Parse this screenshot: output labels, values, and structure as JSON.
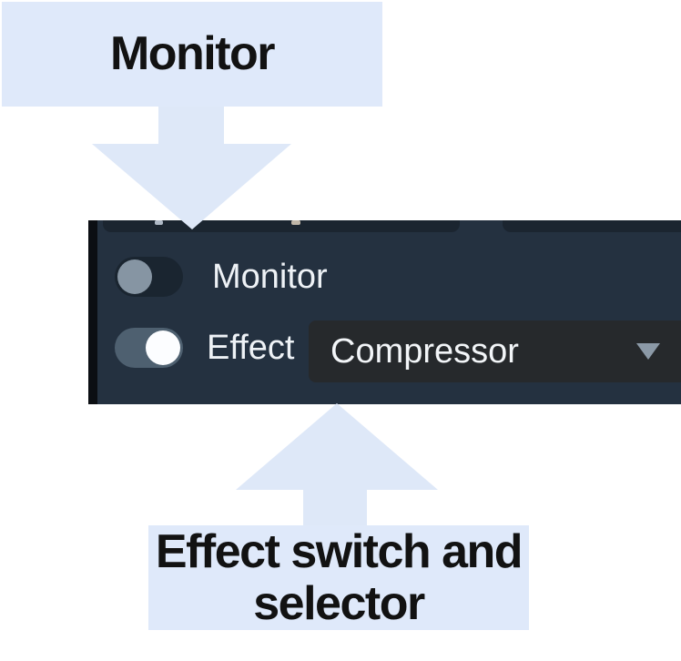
{
  "annotations": {
    "top_label": "Monitor",
    "bottom_label_line1": "Effect switch and",
    "bottom_label_line2": "selector",
    "arrow_icons": [
      "arrow-down",
      "arrow-up"
    ]
  },
  "panel": {
    "monitor_row": {
      "label": "Monitor",
      "toggle_state": "off"
    },
    "effect_row": {
      "label": "Effect",
      "toggle_state": "on",
      "selector_value": "Compressor",
      "selector_icon": "caret-down"
    }
  },
  "colors": {
    "annotation_blue": "#dfe9fa",
    "arrow_blue": "#dee8f8",
    "panel_background": "#243140",
    "toggle_off_track": "#1a2530",
    "toggle_off_knob": "#8695a3",
    "toggle_on_track": "#4e6070",
    "toggle_on_knob": "#fcfdff",
    "dropdown_background": "#26292c",
    "caret_gray": "#8b99a7",
    "label_text": "#121212",
    "panel_text": "#eef2f6"
  }
}
